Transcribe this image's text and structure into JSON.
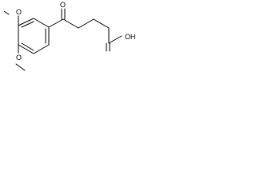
{
  "molecule": {
    "atoms": {
      "ketone_oxygen": "O",
      "methoxy_top_oxygen": "O",
      "methoxy_bottom_oxygen": "O",
      "carboxylic_acid": "OH"
    }
  }
}
